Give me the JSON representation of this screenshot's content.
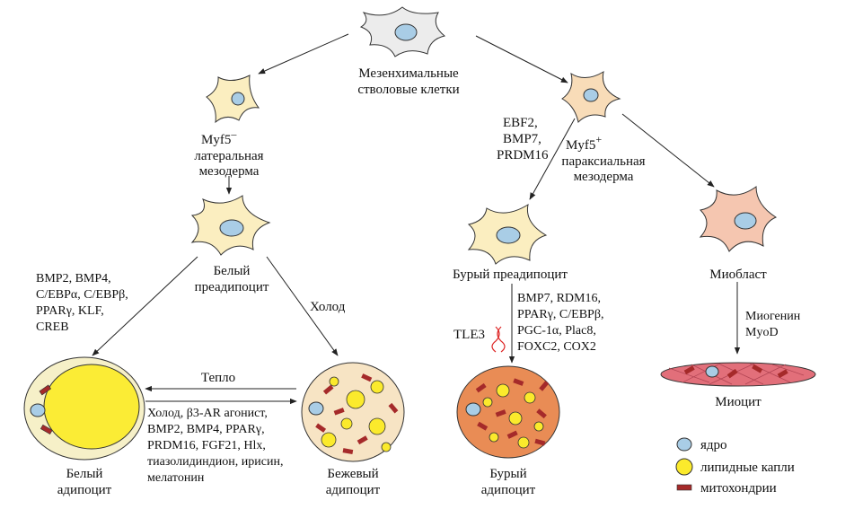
{
  "nodes": {
    "msc": {
      "line1": "Мезенхимальные",
      "line2": "стволовые клетки"
    },
    "myf5_neg": {
      "marker": "Myf5",
      "sup": "–",
      "line1": "латеральная",
      "line2": "мезодерма"
    },
    "myf5_pos": {
      "marker": "Myf5",
      "sup": "+",
      "line1": "параксиальная",
      "line2": "мезодерма"
    },
    "white_pre": {
      "line1": "Белый",
      "line2": "преадипоцит"
    },
    "brown_pre": {
      "line1": "Бурый преадипоцит"
    },
    "myoblast": {
      "line1": "Миобласт"
    },
    "white_adip": {
      "line1": "Белый",
      "line2": "адипоцит"
    },
    "beige_adip": {
      "line1": "Бежевый",
      "line2": "адипоцит"
    },
    "brown_adip": {
      "line1": "Бурый",
      "line2": "адипоцит"
    },
    "myocyte": {
      "line1": "Миоцит"
    }
  },
  "factors": {
    "ebf2": [
      "EBF2,",
      "BMP7,",
      "PRDM16"
    ],
    "white_diff": [
      "BMP2, BMP4,",
      "C/EBPα, C/EBPβ,",
      "PPARγ, KLF,",
      "CREB"
    ],
    "cold": "Холод",
    "warmth": "Тепло",
    "beige_induce": [
      "Холод, β3-AR агонист,",
      "BMP2, BMP4, PPARγ,",
      "PRDM16, FGF21, Hlx,",
      "тиазолидиндион, ирисин,",
      "мелатонин"
    ],
    "brown_diff": [
      "BMP7, RDM16,",
      "PPARγ, C/EBPβ,",
      "PGC-1α, Plac8,",
      "FOXC2, COX2"
    ],
    "tle3": "TLE3",
    "myo_diff": [
      "Миогенин",
      "MyoD"
    ]
  },
  "legend": [
    {
      "label": "ядро",
      "icon": "nucleus-icon"
    },
    {
      "label": "липидные капли",
      "icon": "lipid-droplet-icon"
    },
    {
      "label": "митохондрии",
      "icon": "mitochondrion-icon"
    }
  ],
  "colors": {
    "stem_cell": "#ececec",
    "preadipocyte": "#fbeec0",
    "myf5_pos_cell": "#f8dcb8",
    "myoblast": "#f5c6b0",
    "white_adipocyte_bg": "#f6f0c8",
    "white_lipid": "#fbec35",
    "beige_bg": "#f7e4c4",
    "brown_bg": "#e98c55",
    "myocyte": "#e26f7a",
    "nucleus": "#a9cde6",
    "lipid": "#fbea2c",
    "mitochondrion": "#a52a2a",
    "inhibit_mark": "#d22"
  }
}
